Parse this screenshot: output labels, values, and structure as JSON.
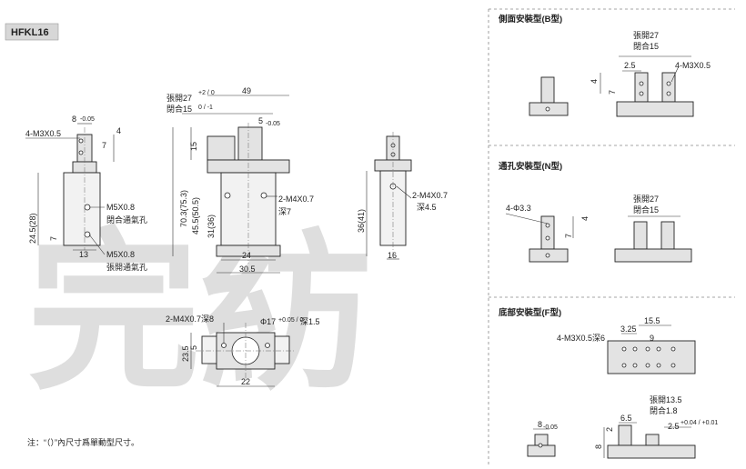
{
  "model_label": "HFKL16",
  "note": "注：“（）”內尺寸爲單動型尺寸。",
  "watermark": "完紡",
  "views": {
    "side_a": {
      "top_dim": "8",
      "top_tol": "-0.05",
      "tap": "4-M3X0.5",
      "dim_4": "4",
      "dim_7": "7",
      "height": "24.5(28)",
      "dim_7b": "7",
      "dim_13": "13",
      "port1": "M5X0.8",
      "port1_desc": "閉合通氣孔",
      "port2": "M5X0.8",
      "port2_desc": "張開通氣孔"
    },
    "front": {
      "open_label": "張開27",
      "close_label": "閉合15",
      "open_tol": "+2 / 0",
      "close_tol": "0 / -1",
      "width_49": "49",
      "dim_5": "5",
      "dim_5_tol": "-0.05",
      "dim_15": "15",
      "h_total": "70.3(75.3)",
      "h_body": "45.5(50.5)",
      "h_31": "31(36)",
      "tap": "2-M4X0.7",
      "depth": "深7",
      "w_24": "24",
      "w_30": "30.5"
    },
    "side_b": {
      "tap": "2-M4X0.7",
      "depth": "深4.5",
      "height": "36(41)",
      "width": "16"
    },
    "bottom": {
      "tap": "2-M4X0.7深8",
      "bore": "Φ17",
      "bore_tol": "+0.05 / 0",
      "bore_depth": "深1.5",
      "h": "23.5",
      "h2": "5",
      "w": "22"
    },
    "mount_b": {
      "title": "側面安裝型(B型)",
      "open_label": "張開27",
      "close_label": "閉合15",
      "dim_25": "2.5",
      "tap": "4-M3X0.5",
      "dim_4": "4",
      "dim_7": "7"
    },
    "mount_n": {
      "title": "通孔安裝型(N型)",
      "hole": "4-Φ3.3",
      "dim_4": "4",
      "dim_7": "7",
      "open_label": "張開27",
      "close_label": "閉合15"
    },
    "mount_f": {
      "title": "底部安裝型(F型)",
      "dim_155": "15.5",
      "dim_325": "3.25",
      "tap": "4-M3X0.5深6",
      "dim_9": "9",
      "open_label": "張開13.5",
      "close_label": "閉合1.8",
      "dim_8": "8",
      "dim_8_tol": "-0.05",
      "dim_65": "6.5",
      "dim_25": "2.5",
      "dim_25_tol": "+0.04 / +0.01",
      "dim_8v": "8",
      "dim_2": "2"
    }
  }
}
